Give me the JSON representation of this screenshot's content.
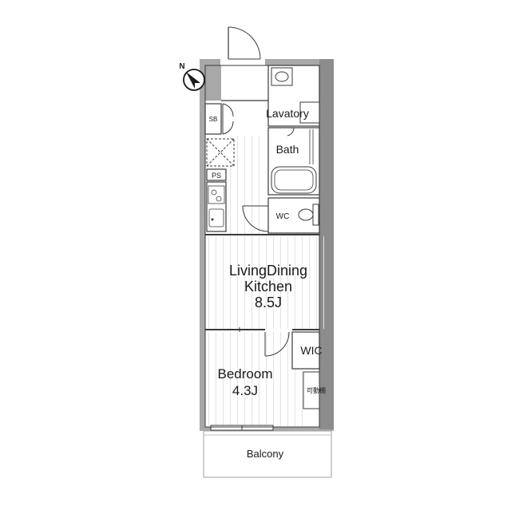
{
  "compass": {
    "label": "N",
    "icon": "compass-arrow-icon"
  },
  "rooms": {
    "lavatory": "Lavatory",
    "bath": "Bath",
    "wc": "WC",
    "sb": "SB",
    "ps": "PS",
    "ldk": {
      "line1": "LivingDining",
      "line2": "Kitchen",
      "area": "8.5J"
    },
    "wic": "WIC",
    "bedroom": {
      "name": "Bedroom",
      "area": "4.3J"
    },
    "shelf": "可動棚",
    "balcony": "Balcony"
  },
  "colors": {
    "wall": "#a8a8a8",
    "wall_dark": "#8c8c8c",
    "line": "#3a3a3a",
    "floor": "#ffffff",
    "grain": "#e3e3e3"
  }
}
